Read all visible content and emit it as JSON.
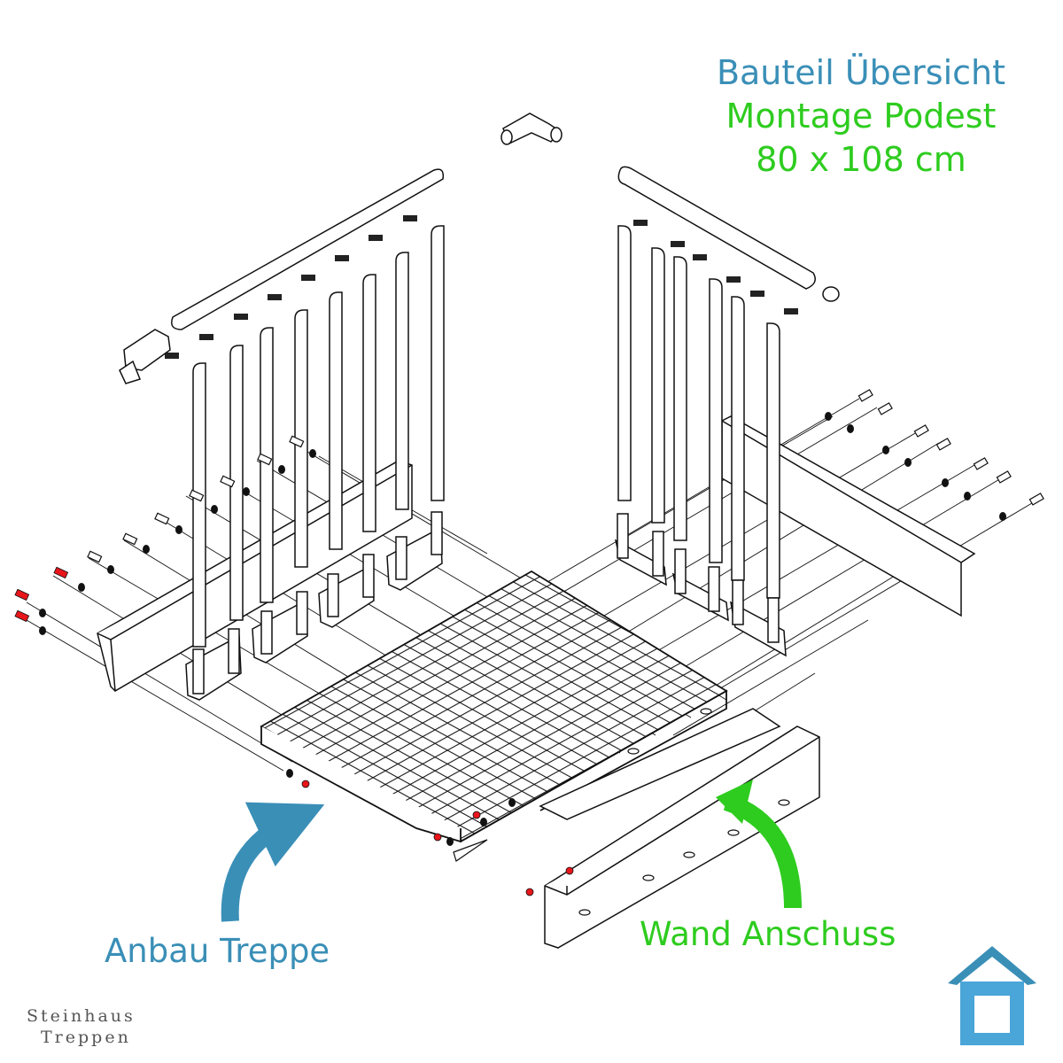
{
  "title": {
    "line1": "Bauteil Übersicht",
    "line2": "Montage Podest",
    "line3": "80 x 108 cm"
  },
  "labels": {
    "left": "Anbau Treppe",
    "right": "Wand Anschuss"
  },
  "brand": {
    "line1": "Steinhaus",
    "line2": "Treppen"
  },
  "colors": {
    "blue": "#3a8fb7",
    "green": "#2ecc1f",
    "bolt_red": "#e8161b",
    "line": "#111111"
  }
}
